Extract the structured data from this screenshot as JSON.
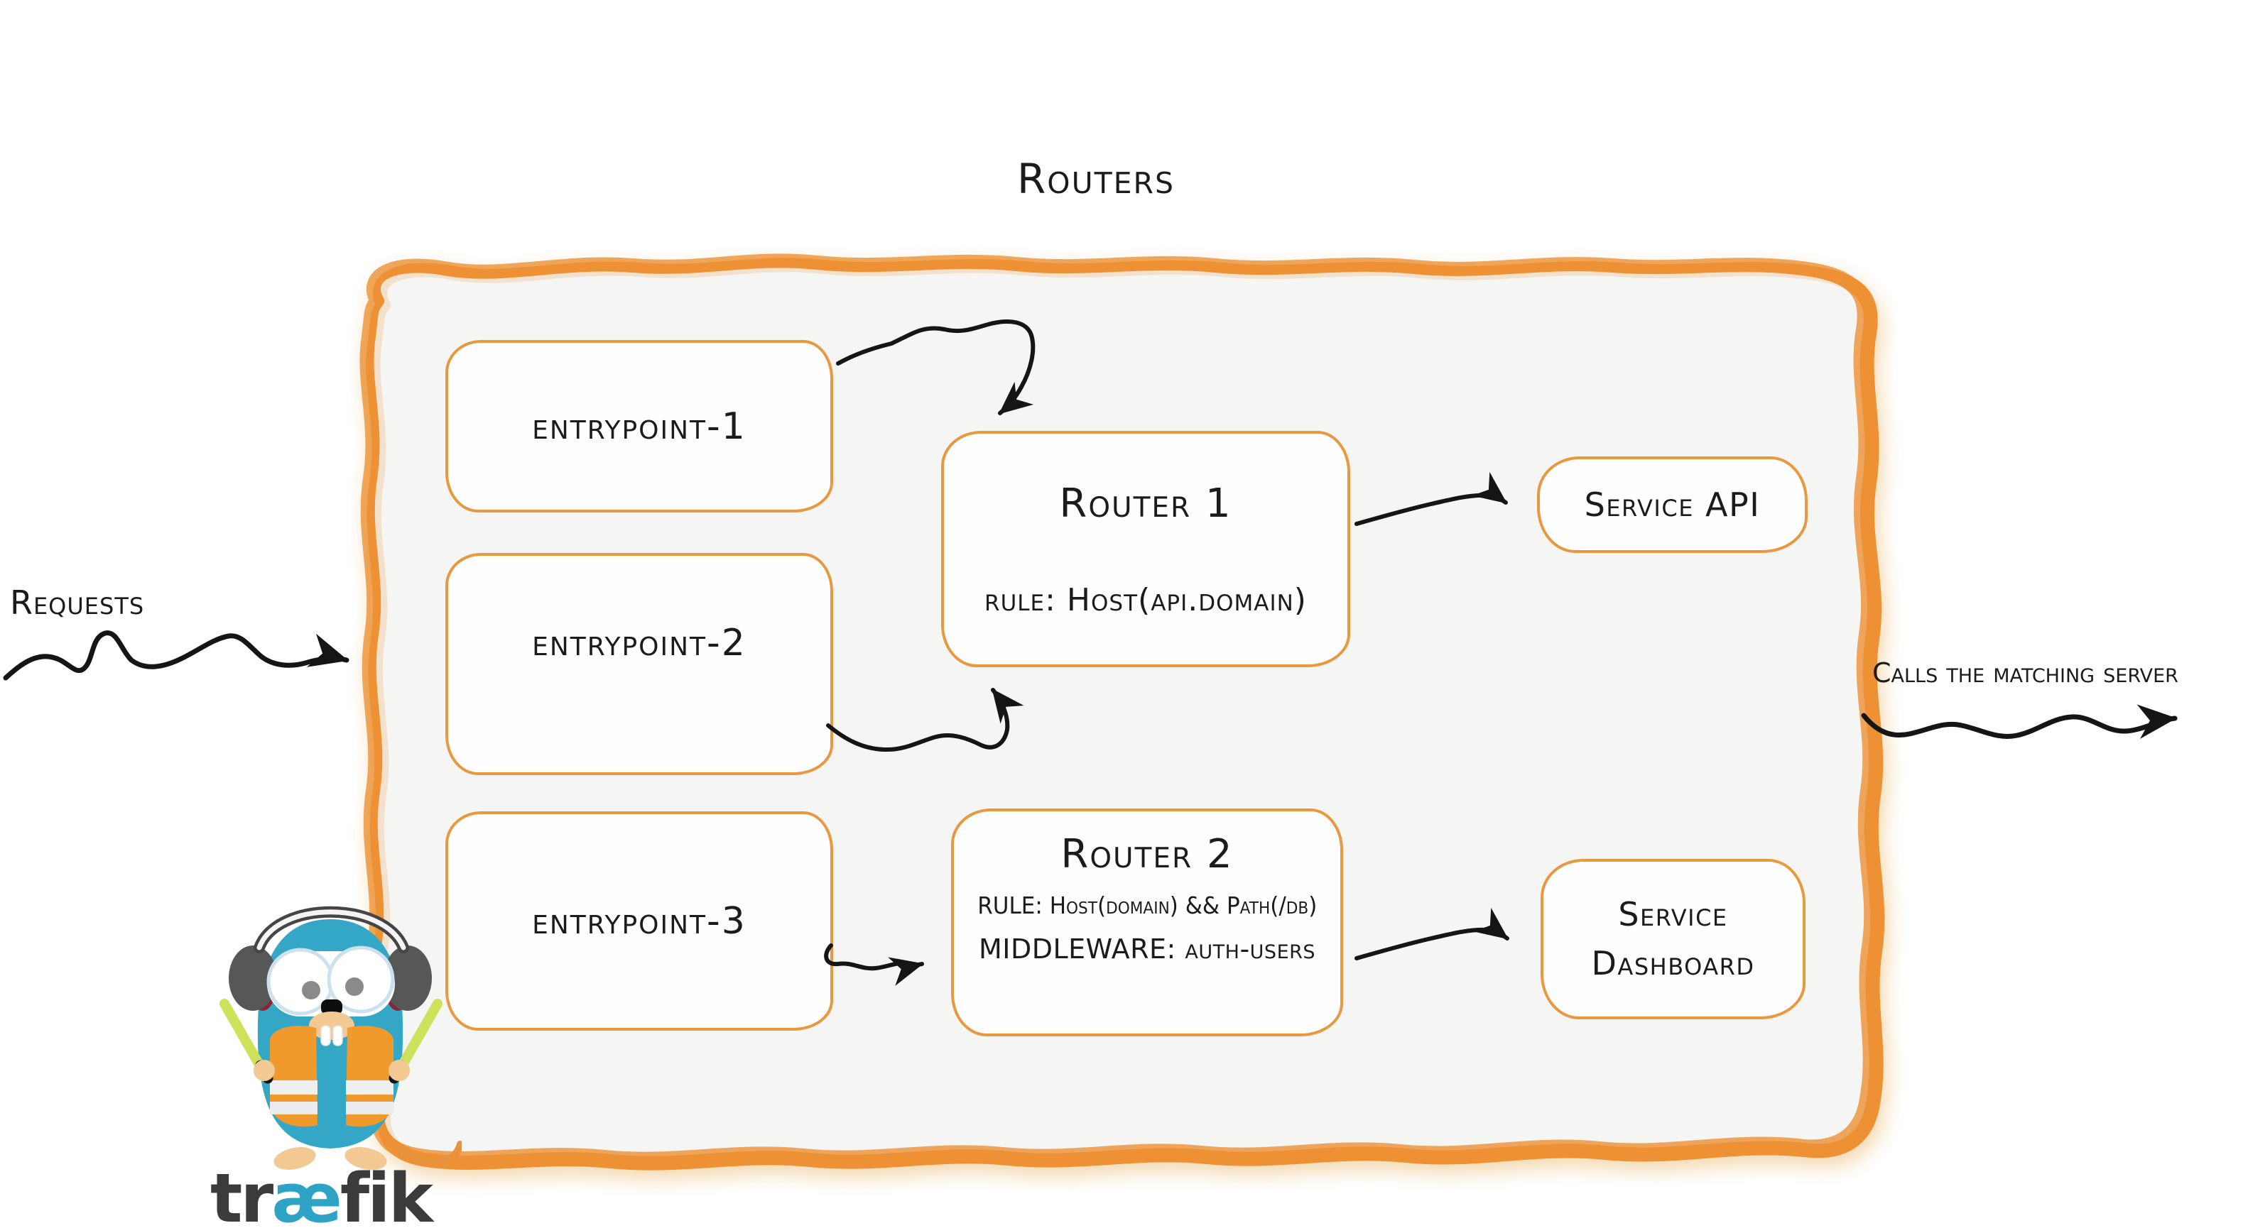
{
  "diagram": {
    "title": "Routers",
    "requests_label": "Requests",
    "calls_label": "Calls the matching server",
    "entrypoints": [
      {
        "label": "entrypoint-1"
      },
      {
        "label": "entrypoint-2"
      },
      {
        "label": "entrypoint-3"
      }
    ],
    "routers": [
      {
        "title": "Router 1",
        "rule": "rule: Host(api.domain)"
      },
      {
        "title": "Router 2",
        "rule": "RULE: Host(domain) && Path(/db)",
        "middleware": "MIDDLEWARE: auth-users"
      }
    ],
    "services": [
      {
        "label": "Service API"
      },
      {
        "label": "Service Dashboard"
      }
    ],
    "arrows": [
      {
        "from": "requests",
        "to": "routers-container"
      },
      {
        "from": "entrypoint-1",
        "to": "router-1"
      },
      {
        "from": "entrypoint-2",
        "to": "router-1"
      },
      {
        "from": "entrypoint-3",
        "to": "router-2"
      },
      {
        "from": "router-1",
        "to": "service-api"
      },
      {
        "from": "router-2",
        "to": "service-dashboard"
      },
      {
        "from": "routers-container",
        "to": "matching-server"
      }
    ],
    "logo": {
      "wordmark_pre": "tr",
      "wordmark_ae": "æ",
      "wordmark_post": "fik"
    },
    "colors": {
      "brush_orange": "#ed9134",
      "box_border_orange": "#e8983f",
      "panel_bg": "#f5f5f4",
      "text": "#1b1b1b",
      "traefik_blue": "#34a7c7",
      "wordmark_dark": "#3b3b3b"
    }
  }
}
